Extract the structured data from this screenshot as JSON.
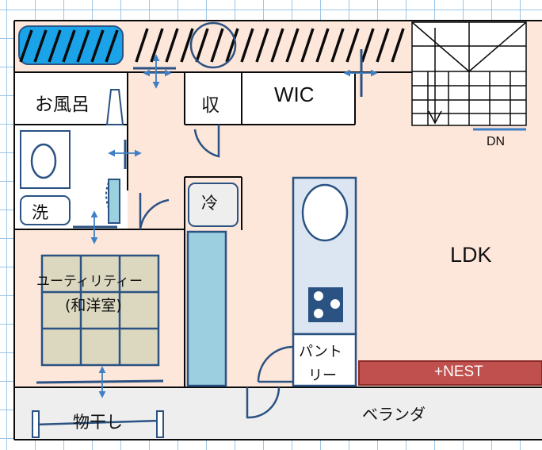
{
  "labels": {
    "bath": "お風呂",
    "storage": "収",
    "wic": "WIC",
    "dn": "DN",
    "wash": "洗",
    "fridge": "冷",
    "ldk": "LDK",
    "utility_line1": "ユーティリティー",
    "utility_line2": "(和洋室)",
    "pantry_line1": "パント",
    "pantry_line2": "リー",
    "nest": "+NEST",
    "veranda": "ベランダ",
    "drying": "物干し"
  },
  "colors": {
    "wall": "#0a0a0a",
    "floor": "#fde6da",
    "veranda": "#eeeeee",
    "fixture_fill": "#9ccfe0",
    "fixture_stroke": "#2a5282",
    "counter": "#dce6f2",
    "tatami": "#dcd8c0",
    "tatami_line": "#2a5282",
    "tub": "#1aa3e8",
    "nest_fill": "#c0504d",
    "nest_stroke": "#8c2b29",
    "arrow": "#3f7fc4"
  }
}
